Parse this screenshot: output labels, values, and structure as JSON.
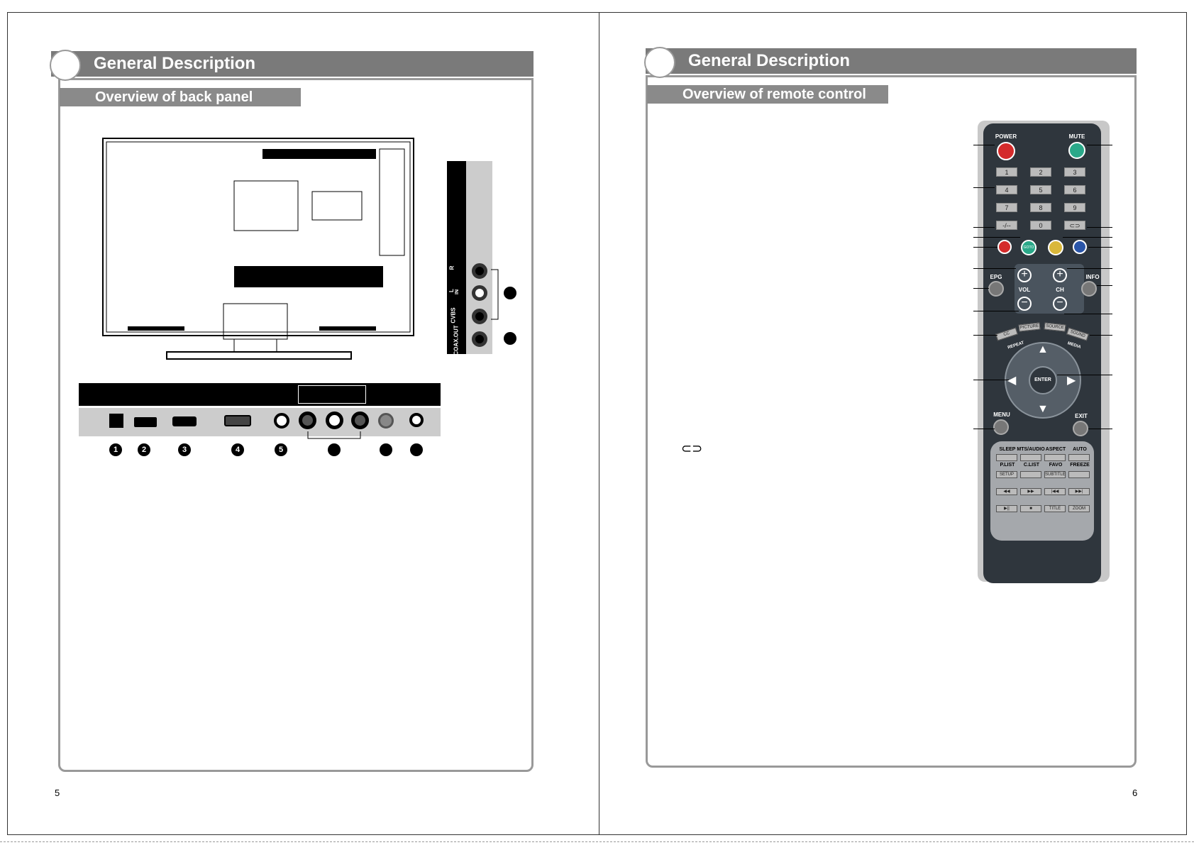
{
  "left_page": {
    "header_title": "General Description",
    "section_title": "Overview of back panel",
    "page_number": "5",
    "side_panel": {
      "labels": [
        "R",
        "L",
        "IN",
        "CVBS",
        "COAX.OUT"
      ]
    },
    "connector_markers": [
      "1",
      "2",
      "3",
      "4",
      "5"
    ]
  },
  "right_page": {
    "header_title": "General Description",
    "section_title": "Overview of remote control",
    "page_number": "6",
    "remote": {
      "top": {
        "power": "POWER",
        "mute": "MUTE"
      },
      "number_keys": [
        "1",
        "2",
        "3",
        "4",
        "5",
        "6",
        "7",
        "8",
        "9",
        "-/--",
        "0"
      ],
      "color_keys": {
        "goto": "GOTO"
      },
      "vol": "VOL",
      "ch": "CH",
      "epg": "EPG",
      "info": "INFO",
      "arc_keys": [
        "CC",
        "PICTURE",
        "SOURCE",
        "SOUND"
      ],
      "repeat": "REPEAT",
      "media": "MEDIA",
      "enter": "ENTER",
      "menu": "MENU",
      "exit": "EXIT",
      "bottom_row1": [
        "SLEEP",
        "MTS/AUDIO",
        "ASPECT",
        "AUTO"
      ],
      "bottom_row2": [
        "P.LIST",
        "C.LIST",
        "FAVO",
        "FREEZE"
      ],
      "row2_keys": [
        "SETUP",
        "",
        "SUBTITLE",
        ""
      ],
      "row4_keys": [
        "TITLE",
        "ZOOM"
      ]
    }
  }
}
